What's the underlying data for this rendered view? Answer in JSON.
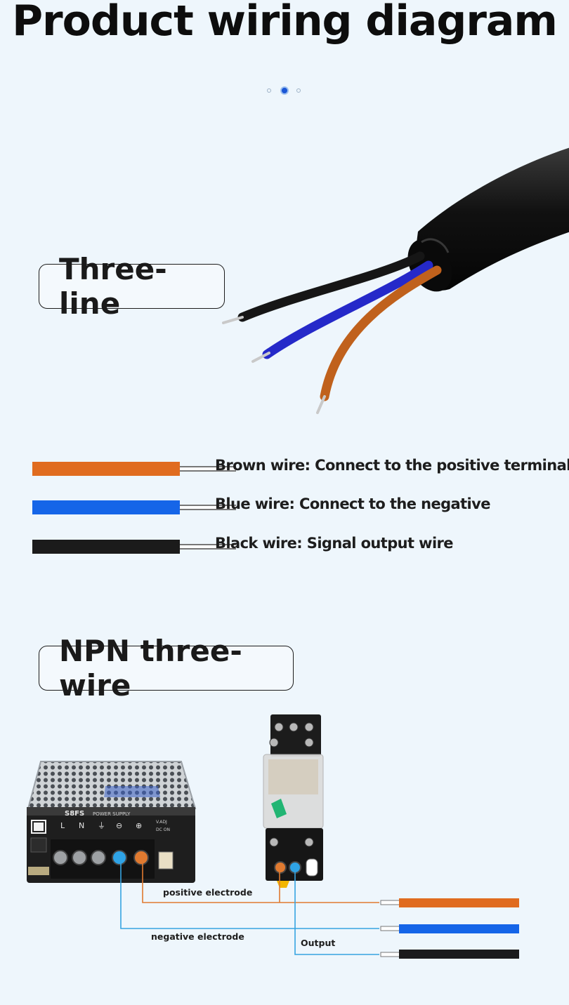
{
  "title": "Product wiring diagram",
  "carousel": {
    "count": 3,
    "active_index": 1
  },
  "sections": {
    "three_line": {
      "label": "Three-line"
    },
    "npn": {
      "label": "NPN three-wire"
    }
  },
  "legend": [
    {
      "text": "Brown wire: Connect to the positive terminal",
      "color": "#e06c1f"
    },
    {
      "text": "Blue wire: Connect to the negative",
      "color": "#1565e8"
    },
    {
      "text": "Black wire: Signal output wire",
      "color": "#1b1b1b"
    }
  ],
  "power_supply": {
    "model": "S8FS",
    "label": "POWER SUPPLY",
    "terminals": [
      "L",
      "N",
      "⏚",
      "⊖",
      "⊕"
    ],
    "adj_label": "V.ADJ",
    "dc_label": "DC ON"
  },
  "diagram_labels": {
    "positive": "positive electrode",
    "negative": "negative electrode",
    "output": "Output"
  },
  "colors": {
    "brown": "#e06c1f",
    "blue": "#1565e8",
    "black": "#1b1b1b",
    "line_brown": "#e07a30",
    "line_blue": "#36a3e0",
    "background": "#eef6fc"
  }
}
